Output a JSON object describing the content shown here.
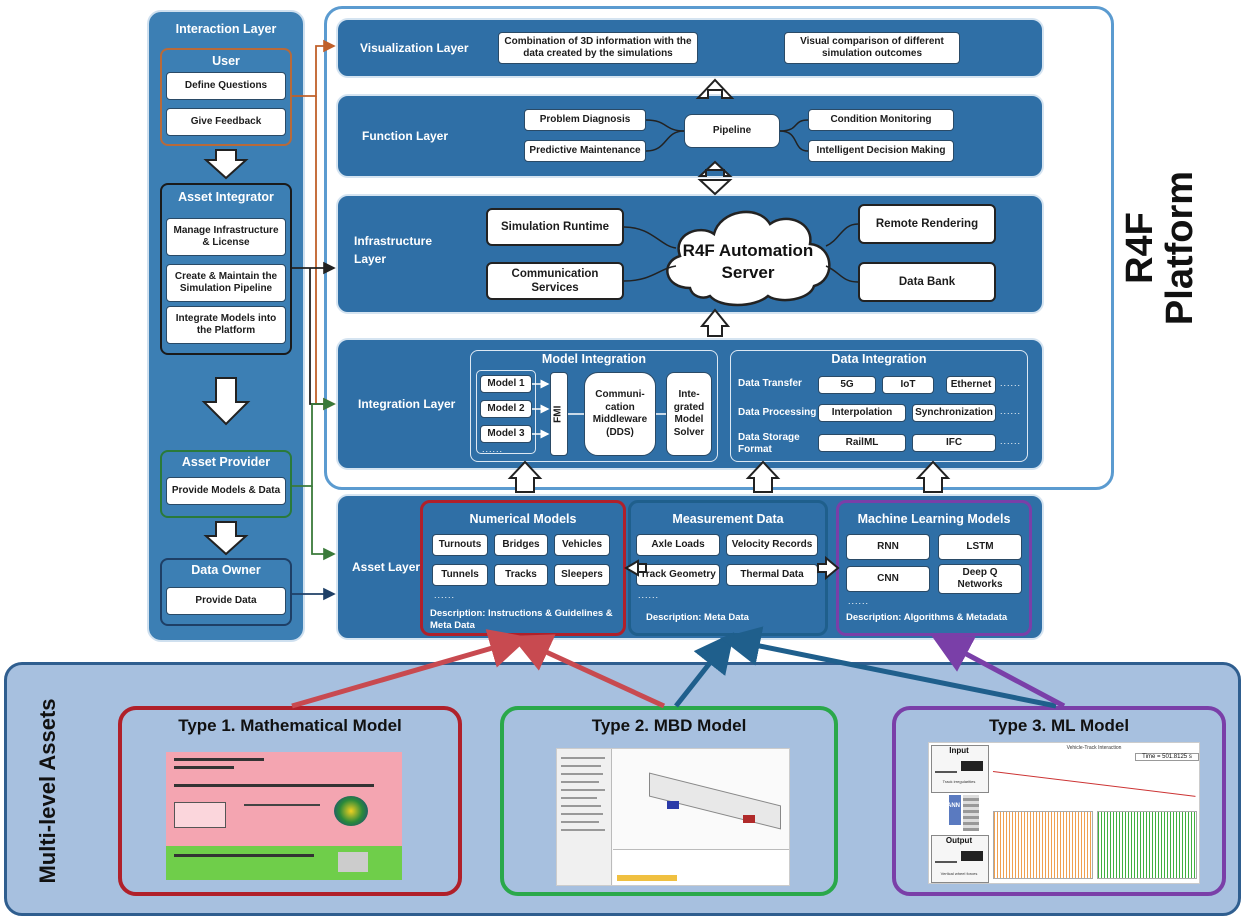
{
  "platform_title": "R4F Platform",
  "interaction": {
    "title": "Interaction Layer",
    "user": {
      "title": "User",
      "items": [
        "Define Questions",
        "Give Feedback"
      ]
    },
    "integrator": {
      "title": "Asset Integrator",
      "items": [
        "Manage Infrastructure & License",
        "Create & Maintain the Simulation Pipeline",
        "Integrate Models into the Platform"
      ]
    },
    "provider": {
      "title": "Asset Provider",
      "items": [
        "Provide Models & Data"
      ]
    },
    "owner": {
      "title": "Data Owner",
      "items": [
        "Provide Data"
      ]
    }
  },
  "visualization": {
    "label": "Visualization Layer",
    "items": [
      "Combination of 3D information with the data created by the simulations",
      "Visual comparison of different simulation outcomes"
    ]
  },
  "function": {
    "label": "Function Layer",
    "left": [
      "Problem Diagnosis",
      "Predictive Maintenance"
    ],
    "center": "Pipeline",
    "right": [
      "Condition Monitoring",
      "Intelligent Decision Making"
    ]
  },
  "infrastructure": {
    "label": "Infrastructure Layer",
    "left": [
      "Simulation Runtime",
      "Communication Services"
    ],
    "center": "R4F Automation Server",
    "right": [
      "Remote Rendering",
      "Data Bank"
    ]
  },
  "integration": {
    "label": "Integration Layer",
    "model": {
      "title": "Model Integration",
      "models": [
        "Model 1",
        "Model 2",
        "Model 3"
      ],
      "dots": "......",
      "fmi": "FMI",
      "middleware": "Communi-cation Middleware (DDS)",
      "solver": "Inte-grated Model Solver"
    },
    "data": {
      "title": "Data Integration",
      "rows": [
        {
          "label": "Data Transfer",
          "items": [
            "5G",
            "IoT",
            "Ethernet"
          ]
        },
        {
          "label": "Data Processing",
          "items": [
            "Interpolation",
            "Synchronization"
          ]
        },
        {
          "label": "Data Storage Format",
          "items": [
            "RailML",
            "IFC"
          ]
        }
      ],
      "dots": "......"
    }
  },
  "asset": {
    "label": "Asset Layer",
    "numerical": {
      "title": "Numerical Models",
      "items": [
        "Turnouts",
        "Bridges",
        "Vehicles",
        "Tunnels",
        "Tracks",
        "Sleepers"
      ],
      "dots": "......",
      "desc": "Description: Instructions & Guidelines & Meta Data"
    },
    "measurement": {
      "title": "Measurement Data",
      "items": [
        "Axle Loads",
        "Velocity Records",
        "Track Geometry",
        "Thermal Data"
      ],
      "dots": "......",
      "desc": "Description: Meta Data"
    },
    "ml": {
      "title": "Machine Learning Models",
      "items": [
        "RNN",
        "LSTM",
        "CNN",
        "Deep Q Networks"
      ],
      "dots": "......",
      "desc": "Description: Algorithms & Metadata"
    }
  },
  "multilevel": {
    "title": "Multi-level Assets",
    "types": [
      "Type 1. Mathematical  Model",
      "Type 2. MBD Model",
      "Type 3. ML Model"
    ],
    "type3_thumb": {
      "input": "Input",
      "ann": "ANN",
      "output": "Output",
      "track": "Track irregularities",
      "forces": "Vertical wheel forces",
      "plot_title": "Vehicle-Track Interaction",
      "time": "Time = 501.8125 s"
    }
  },
  "colors": {
    "panel": "#3c7fb4",
    "layer": "#2f6fa6",
    "numerical": "#b0202a",
    "measurement": "#1f5f8c",
    "ml": "#7a3fa8",
    "type1": "#b0202a",
    "type2": "#2aa84a",
    "type3": "#7a3fa8"
  }
}
